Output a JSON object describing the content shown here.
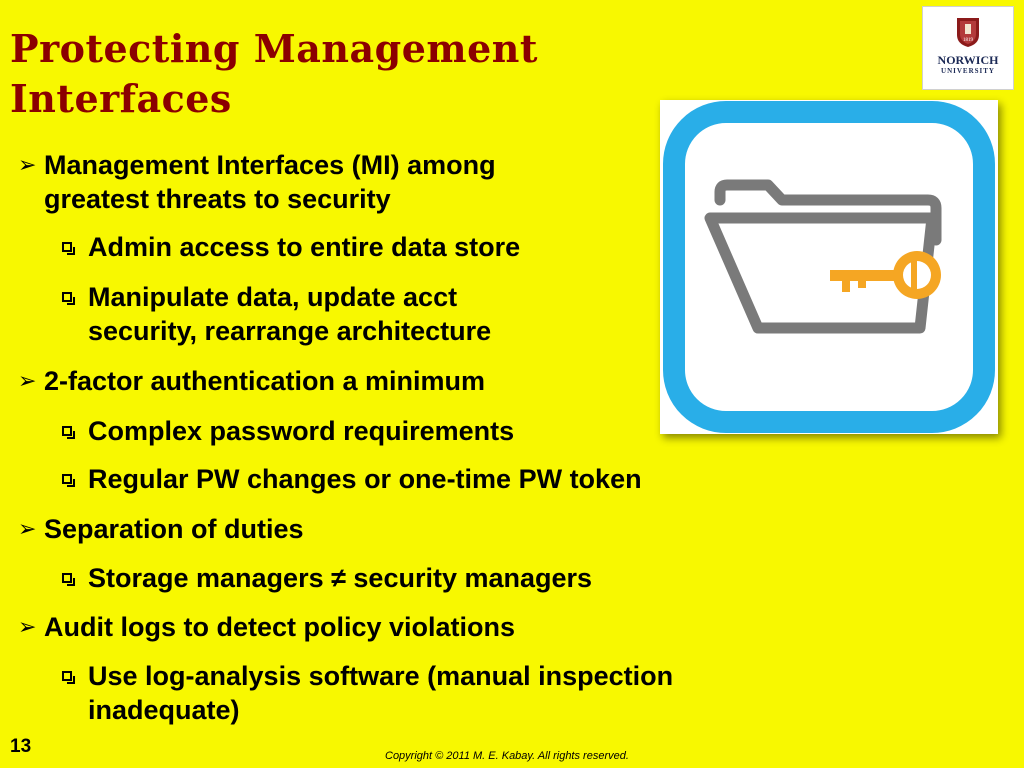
{
  "slide": {
    "title_line1": "Protecting Management",
    "title_line2": "Interfaces",
    "page_number": "13",
    "copyright": "Copyright © 2011 M. E. Kabay.  All rights reserved.",
    "background_color": "#f8f800",
    "title_color": "#8b0000"
  },
  "logo": {
    "name": "NORWICH",
    "subtitle": "UNIVERSITY",
    "seal_year": "1819"
  },
  "illustration": {
    "icon": "folder-key-icon",
    "frame_color": "#29aee8",
    "folder_color": "#7a7a7a",
    "key_color": "#f5a623"
  },
  "bullets": [
    {
      "text_line1": "Management Interfaces (MI) among",
      "text_line2": "greatest threats to security",
      "subs": [
        {
          "text_line1": "Admin access to entire data store"
        },
        {
          "text_line1": "Manipulate data, update acct",
          "text_line2": "security, rearrange architecture"
        }
      ]
    },
    {
      "text_line1": "2-factor authentication a minimum",
      "subs": [
        {
          "text_line1": "Complex password requirements"
        },
        {
          "text_line1": "Regular PW changes or one-time PW token"
        }
      ]
    },
    {
      "text_line1": "Separation of duties",
      "subs": [
        {
          "text_line1": "Storage managers ≠ security managers"
        }
      ]
    },
    {
      "text_line1": "Audit logs to detect policy violations",
      "subs": [
        {
          "text_line1": "Use log-analysis software (manual inspection",
          "text_line2": "inadequate)"
        }
      ]
    }
  ]
}
